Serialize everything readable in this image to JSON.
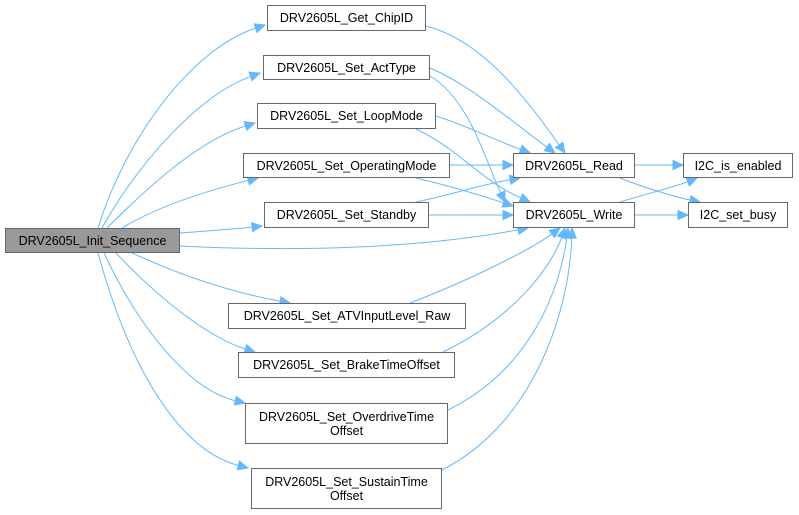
{
  "colors": {
    "edge": "#63b8ff",
    "root_fill": "#999999",
    "border": "#666666"
  },
  "nodes": {
    "init": "DRV2605L_Init_Sequence",
    "chipid": "DRV2605L_Get_ChipID",
    "acttype": "DRV2605L_Set_ActType",
    "loopmode": "DRV2605L_Set_LoopMode",
    "opmode": "DRV2605L_Set_OperatingMode",
    "standby": "DRV2605L_Set_Standby",
    "read": "DRV2605L_Read",
    "write": "DRV2605L_Write",
    "enabled": "I2C_is_enabled",
    "busy": "I2C_set_busy",
    "atv": "DRV2605L_Set_ATVInputLevel_Raw",
    "brake": "DRV2605L_Set_BrakeTimeOffset",
    "overdrive_1": "DRV2605L_Set_OverdriveTime",
    "overdrive_2": "Offset",
    "sustain_1": "DRV2605L_Set_SustainTime",
    "sustain_2": "Offset"
  },
  "edges": [
    [
      "init",
      "chipid"
    ],
    [
      "init",
      "acttype"
    ],
    [
      "init",
      "loopmode"
    ],
    [
      "init",
      "opmode"
    ],
    [
      "init",
      "standby"
    ],
    [
      "init",
      "write"
    ],
    [
      "init",
      "atv"
    ],
    [
      "init",
      "brake"
    ],
    [
      "init",
      "overdrive"
    ],
    [
      "init",
      "sustain"
    ],
    [
      "chipid",
      "read"
    ],
    [
      "acttype",
      "read"
    ],
    [
      "acttype",
      "write"
    ],
    [
      "loopmode",
      "read"
    ],
    [
      "loopmode",
      "write"
    ],
    [
      "opmode",
      "read"
    ],
    [
      "opmode",
      "write"
    ],
    [
      "standby",
      "read"
    ],
    [
      "standby",
      "write"
    ],
    [
      "atv",
      "write"
    ],
    [
      "brake",
      "write"
    ],
    [
      "overdrive",
      "write"
    ],
    [
      "sustain",
      "write"
    ],
    [
      "read",
      "enabled"
    ],
    [
      "read",
      "busy"
    ],
    [
      "write",
      "enabled"
    ],
    [
      "write",
      "busy"
    ]
  ]
}
